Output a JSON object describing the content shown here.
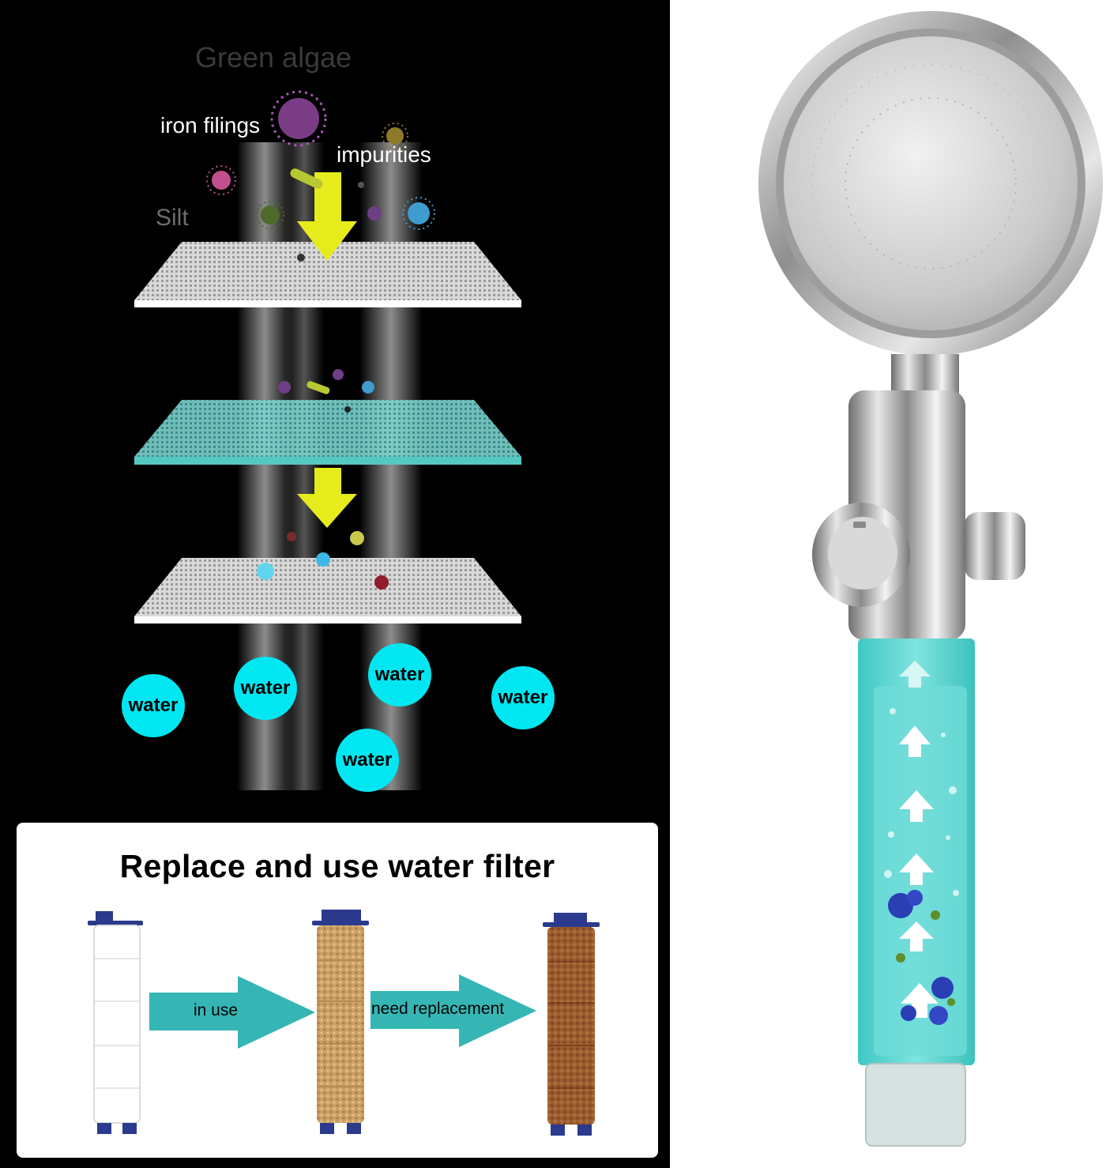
{
  "filter_diagram": {
    "contaminant_labels": {
      "green_algae": "Green algae",
      "iron_filings": "iron filings",
      "impurities": "impurities",
      "silt": "Silt"
    },
    "water_label": "water"
  },
  "replacement_card": {
    "title": "Replace and use water filter",
    "arrow_labels": [
      "in use",
      "need replacement"
    ]
  },
  "colors": {
    "water_bubble": "#00e7f2",
    "flow_arrow": "#e6ec1c",
    "card_arrow": "#35b6b5",
    "filter_tube": "#4ed3d0",
    "cartridge_cap": "#2b3a8c"
  }
}
